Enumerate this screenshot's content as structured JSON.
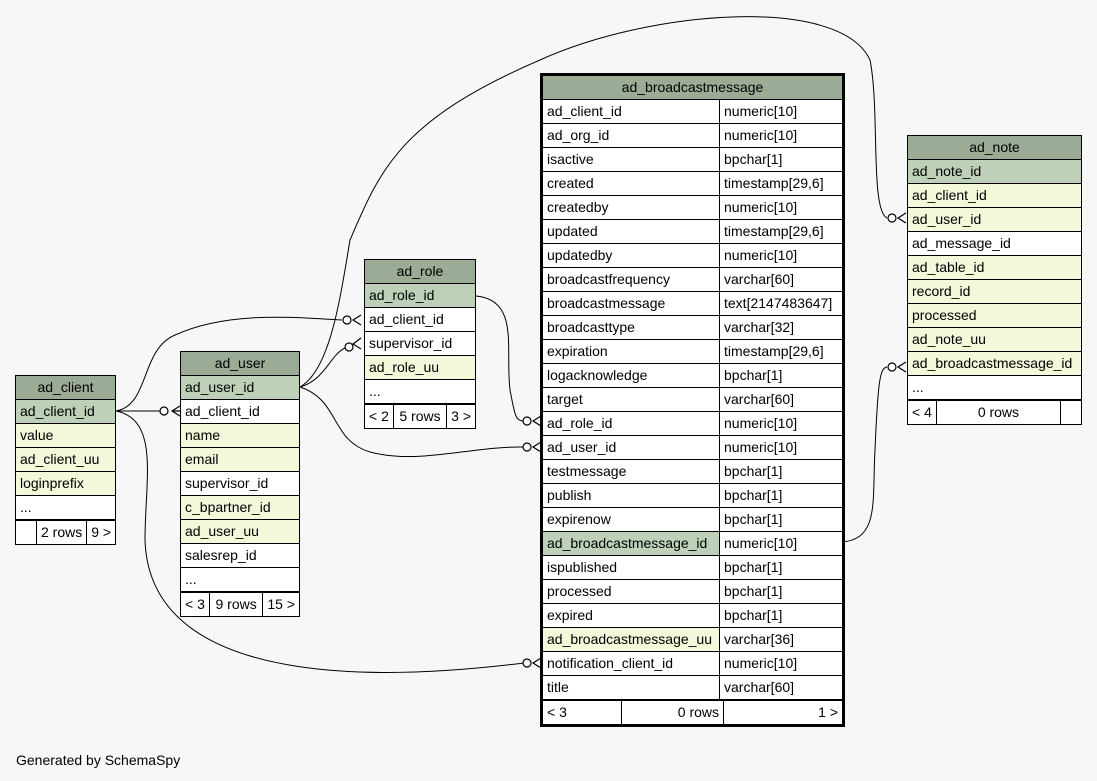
{
  "tables": {
    "ad_client": {
      "title": "ad_client",
      "columns": [
        {
          "name": "ad_client_id",
          "kind": "pk"
        },
        {
          "name": "value",
          "kind": "fk"
        },
        {
          "name": "ad_client_uu",
          "kind": "fk"
        },
        {
          "name": "loginprefix",
          "kind": "fk"
        },
        {
          "name": "...",
          "kind": "wh"
        }
      ],
      "footer": {
        "left": "",
        "mid": "2 rows",
        "right": "9 >"
      }
    },
    "ad_user": {
      "title": "ad_user",
      "columns": [
        {
          "name": "ad_user_id",
          "kind": "pk"
        },
        {
          "name": "ad_client_id",
          "kind": "wh"
        },
        {
          "name": "name",
          "kind": "fk"
        },
        {
          "name": "email",
          "kind": "fk"
        },
        {
          "name": "supervisor_id",
          "kind": "wh"
        },
        {
          "name": "c_bpartner_id",
          "kind": "fk"
        },
        {
          "name": "ad_user_uu",
          "kind": "fk"
        },
        {
          "name": "salesrep_id",
          "kind": "wh"
        },
        {
          "name": "...",
          "kind": "wh"
        }
      ],
      "footer": {
        "left": "< 3",
        "mid": "9 rows",
        "right": "15 >"
      }
    },
    "ad_role": {
      "title": "ad_role",
      "columns": [
        {
          "name": "ad_role_id",
          "kind": "pk"
        },
        {
          "name": "ad_client_id",
          "kind": "wh"
        },
        {
          "name": "supervisor_id",
          "kind": "wh"
        },
        {
          "name": "ad_role_uu",
          "kind": "fk"
        },
        {
          "name": "...",
          "kind": "wh"
        }
      ],
      "footer": {
        "left": "< 2",
        "mid": "5 rows",
        "right": "3 >"
      }
    },
    "ad_broadcastmessage": {
      "title": "ad_broadcastmessage",
      "columns": [
        {
          "name": "ad_client_id",
          "type": "numeric[10]",
          "kind": "wh"
        },
        {
          "name": "ad_org_id",
          "type": "numeric[10]",
          "kind": "wh"
        },
        {
          "name": "isactive",
          "type": "bpchar[1]",
          "kind": "wh"
        },
        {
          "name": "created",
          "type": "timestamp[29,6]",
          "kind": "wh"
        },
        {
          "name": "createdby",
          "type": "numeric[10]",
          "kind": "wh"
        },
        {
          "name": "updated",
          "type": "timestamp[29,6]",
          "kind": "wh"
        },
        {
          "name": "updatedby",
          "type": "numeric[10]",
          "kind": "wh"
        },
        {
          "name": "broadcastfrequency",
          "type": "varchar[60]",
          "kind": "wh"
        },
        {
          "name": "broadcastmessage",
          "type": "text[2147483647]",
          "kind": "wh"
        },
        {
          "name": "broadcasttype",
          "type": "varchar[32]",
          "kind": "wh"
        },
        {
          "name": "expiration",
          "type": "timestamp[29,6]",
          "kind": "wh"
        },
        {
          "name": "logacknowledge",
          "type": "bpchar[1]",
          "kind": "wh"
        },
        {
          "name": "target",
          "type": "varchar[60]",
          "kind": "wh"
        },
        {
          "name": "ad_role_id",
          "type": "numeric[10]",
          "kind": "wh"
        },
        {
          "name": "ad_user_id",
          "type": "numeric[10]",
          "kind": "wh"
        },
        {
          "name": "testmessage",
          "type": "bpchar[1]",
          "kind": "wh"
        },
        {
          "name": "publish",
          "type": "bpchar[1]",
          "kind": "wh"
        },
        {
          "name": "expirenow",
          "type": "bpchar[1]",
          "kind": "wh"
        },
        {
          "name": "ad_broadcastmessage_id",
          "type": "numeric[10]",
          "kind": "pk"
        },
        {
          "name": "ispublished",
          "type": "bpchar[1]",
          "kind": "wh"
        },
        {
          "name": "processed",
          "type": "bpchar[1]",
          "kind": "wh"
        },
        {
          "name": "expired",
          "type": "bpchar[1]",
          "kind": "wh"
        },
        {
          "name": "ad_broadcastmessage_uu",
          "type": "varchar[36]",
          "kind": "fk"
        },
        {
          "name": "notification_client_id",
          "type": "numeric[10]",
          "kind": "wh"
        },
        {
          "name": "title",
          "type": "varchar[60]",
          "kind": "wh"
        }
      ],
      "footer": {
        "left": "< 3",
        "mid": "0 rows",
        "right": "1 >"
      }
    },
    "ad_note": {
      "title": "ad_note",
      "columns": [
        {
          "name": "ad_note_id",
          "kind": "pk"
        },
        {
          "name": "ad_client_id",
          "kind": "fk"
        },
        {
          "name": "ad_user_id",
          "kind": "fk"
        },
        {
          "name": "ad_message_id",
          "kind": "wh"
        },
        {
          "name": "ad_table_id",
          "kind": "fk"
        },
        {
          "name": "record_id",
          "kind": "fk"
        },
        {
          "name": "processed",
          "kind": "fk"
        },
        {
          "name": "ad_note_uu",
          "kind": "fk"
        },
        {
          "name": "ad_broadcastmessage_id",
          "kind": "fk"
        },
        {
          "name": "...",
          "kind": "wh"
        }
      ],
      "footer": {
        "left": "< 4",
        "mid": "0 rows",
        "right": ""
      }
    }
  },
  "footer_text": "Generated by SchemaSpy",
  "colors": {
    "header": "#9bab96",
    "primary_key": "#bed1b8",
    "foreign_key": "#f4f7da",
    "background": "#f7f7f7"
  }
}
